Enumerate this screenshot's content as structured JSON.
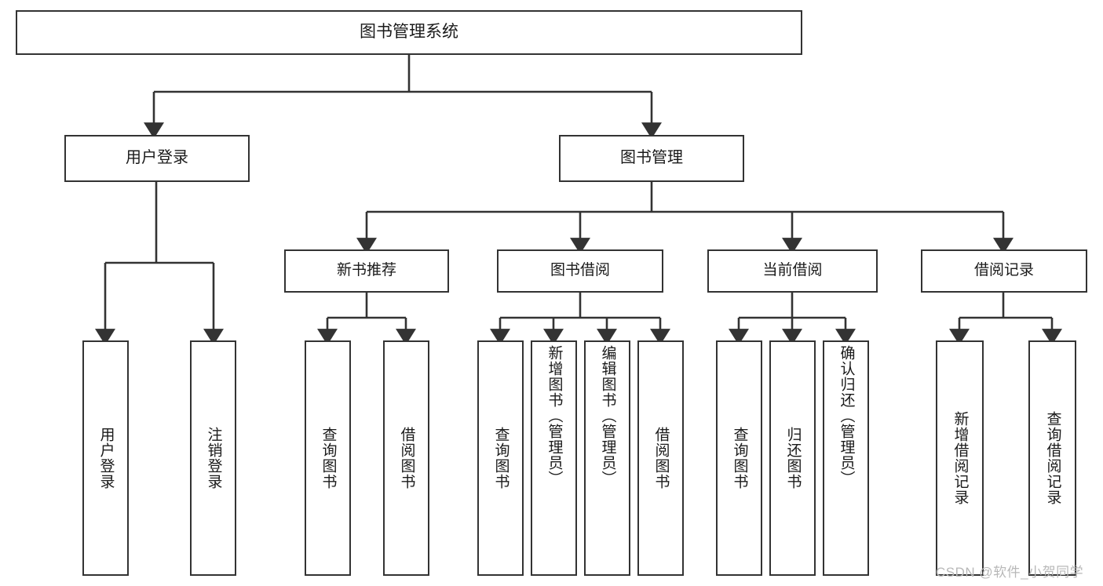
{
  "diagram": {
    "title": "图书管理系统",
    "type": "tree-hierarchy",
    "nodes": {
      "root": {
        "label": "图书管理系统"
      },
      "level1": [
        {
          "label": "用户登录"
        },
        {
          "label": "图书管理"
        }
      ],
      "level2": [
        {
          "label": "新书推荐"
        },
        {
          "label": "图书借阅"
        },
        {
          "label": "当前借阅"
        },
        {
          "label": "借阅记录"
        }
      ],
      "leaves": {
        "user_login": [
          {
            "label": "用户登录"
          },
          {
            "label": "注销登录"
          }
        ],
        "new_book_recommend": [
          {
            "label": "查询图书"
          },
          {
            "label": "借阅图书"
          }
        ],
        "book_borrow": [
          {
            "label": "查询图书"
          },
          {
            "label": "新增图书（管理员）"
          },
          {
            "label": "编辑图书（管理员）"
          },
          {
            "label": "借阅图书"
          }
        ],
        "current_borrow": [
          {
            "label": "查询图书"
          },
          {
            "label": "归还图书"
          },
          {
            "label": "确认归还（管理员）"
          }
        ],
        "borrow_record": [
          {
            "label": "新增借阅记录"
          },
          {
            "label": "查询借阅记录"
          }
        ]
      }
    },
    "watermark": "CSDN @软件_小贺同学",
    "colors": {
      "stroke": "#333333",
      "fill": "#ffffff",
      "text": "#1a1a1a",
      "watermark": "#b8b8b8"
    }
  }
}
